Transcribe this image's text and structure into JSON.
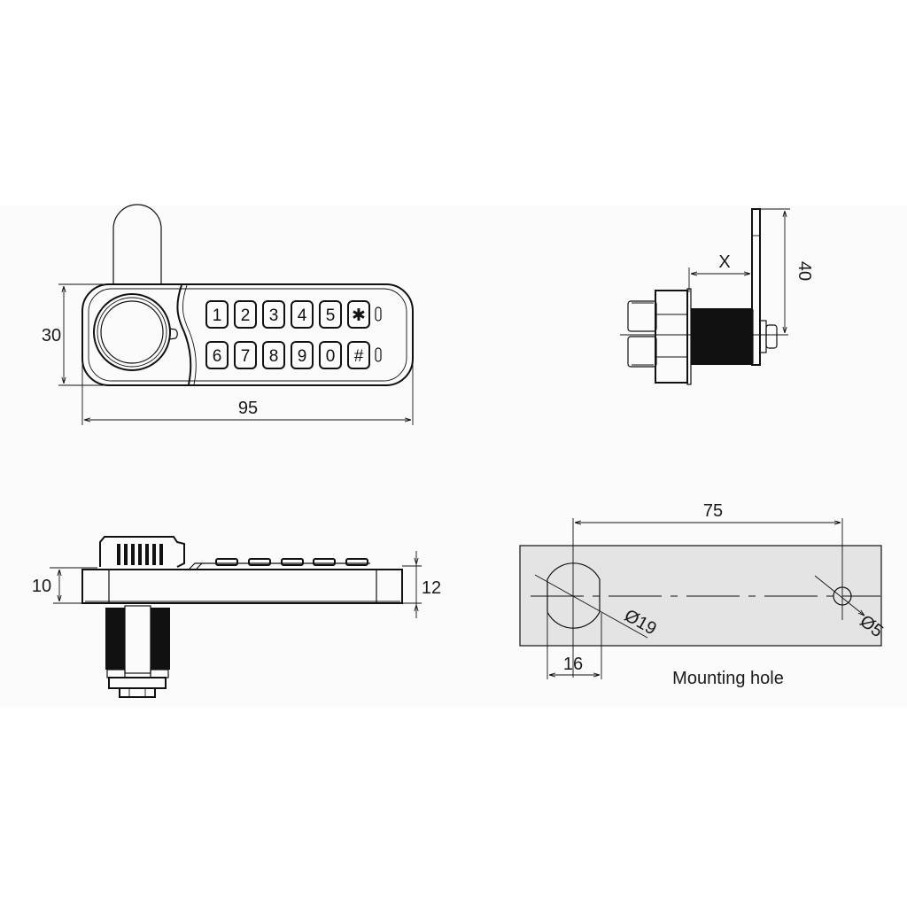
{
  "front_view": {
    "height_dim": "30",
    "width_dim": "95",
    "keypad": {
      "row1": [
        "1",
        "2",
        "3",
        "4",
        "5",
        "✱"
      ],
      "row2": [
        "6",
        "7",
        "8",
        "9",
        "0",
        "#"
      ]
    },
    "indicator_leds": 2
  },
  "side_view": {
    "x_dim": "X",
    "height_dim": "40"
  },
  "bottom_view": {
    "left_dim": "10",
    "right_dim": "12"
  },
  "mounting_hole": {
    "caption": "Mounting hole",
    "spacing_dim": "75",
    "large_hole_dim": "Ø19",
    "small_hole_dim": "Ø5",
    "flat_width_dim": "16",
    "plate_color": "#e4e4e4"
  },
  "colors": {
    "line": "#111111",
    "band_bg": "#fbfbfb",
    "cylinder_fill": "#111111"
  }
}
